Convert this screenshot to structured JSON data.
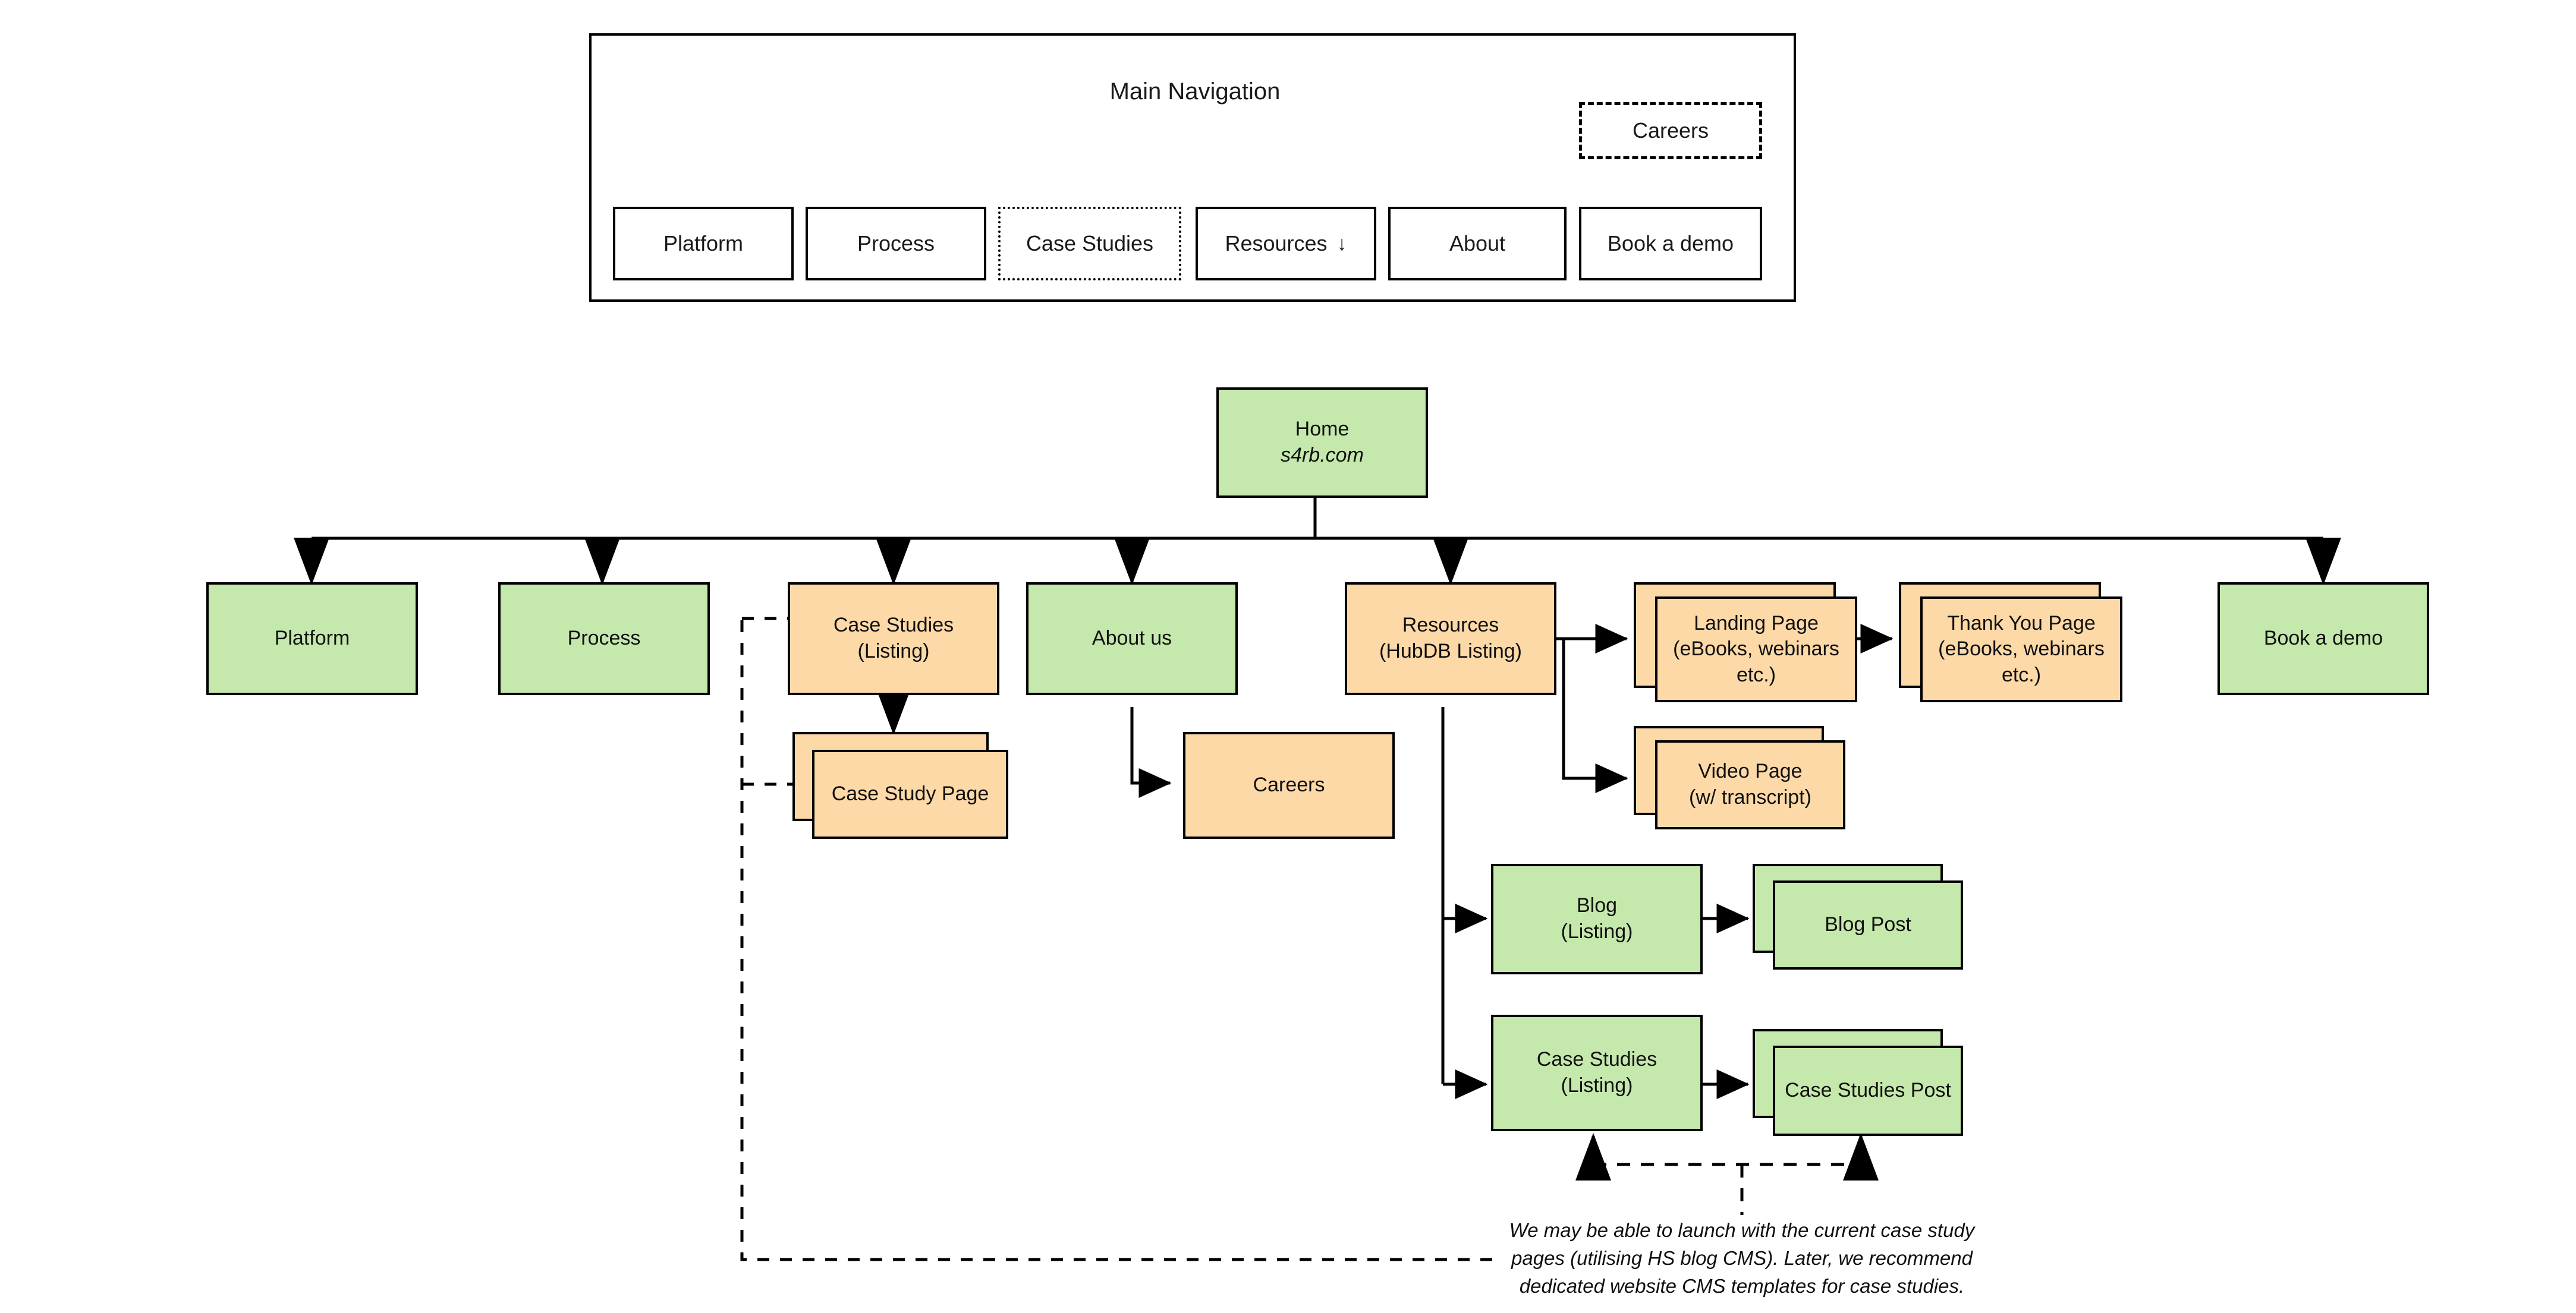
{
  "nav_panel": {
    "title": "Main Navigation",
    "careers_chip": {
      "label": "Careers",
      "border": "dashed"
    },
    "items": [
      {
        "label": "Platform",
        "border": "solid"
      },
      {
        "label": "Process",
        "border": "solid"
      },
      {
        "label": "Case Studies",
        "border": "dotted"
      },
      {
        "label": "Resources",
        "icon": "arrow-down-icon",
        "icon_glyph": "↓",
        "border": "solid"
      },
      {
        "label": "About",
        "border": "solid"
      },
      {
        "label": "Book a demo",
        "border": "solid"
      }
    ]
  },
  "sitemap": {
    "home": {
      "title": "Home",
      "url": "s4rb.com",
      "color": "#c5e8ac"
    },
    "level1": [
      {
        "label": "Platform",
        "color": "#c5e8ac"
      },
      {
        "label": "Process",
        "color": "#c5e8ac"
      },
      {
        "label": "Case Studies",
        "sub": "(Listing)",
        "color": "#fdd9a8"
      },
      {
        "label": "About us",
        "color": "#c5e8ac"
      },
      {
        "label": "Resources",
        "sub": "(HubDB Listing)",
        "color": "#fdd9a8"
      },
      {
        "label": "Book a demo",
        "color": "#c5e8ac"
      }
    ],
    "case_study_page": {
      "label": "Case Study Page",
      "color": "#fdd9a8",
      "stacked": true
    },
    "careers": {
      "label": "Careers",
      "color": "#fdd9a8",
      "stacked": false
    },
    "landing_page": {
      "label": "Landing Page",
      "sub": "(eBooks, webinars",
      "sub2": "etc.)",
      "color": "#fdd9a8",
      "stacked": true
    },
    "thank_you_page": {
      "label": "Thank You Page",
      "sub": "(eBooks, webinars",
      "sub2": "etc.)",
      "color": "#fdd9a8",
      "stacked": true
    },
    "video_page": {
      "label": "Video Page",
      "sub": "(w/ transcript)",
      "color": "#fdd9a8",
      "stacked": true
    },
    "blog_listing": {
      "label": "Blog",
      "sub": "(Listing)",
      "color": "#c5e8ac"
    },
    "blog_post": {
      "label": "Blog Post",
      "color": "#c5e8ac",
      "stacked": true
    },
    "case_studies_listing": {
      "label": "Case Studies",
      "sub": "(Listing)",
      "color": "#c5e8ac"
    },
    "case_studies_post": {
      "label": "Case Studies Post",
      "color": "#c5e8ac",
      "stacked": true
    }
  },
  "note": {
    "line1": "We may be able to launch with the current case study",
    "line2": "pages (utilising HS blog CMS). Later, we recommend",
    "line3": "dedicated website CMS templates for case studies."
  },
  "colors": {
    "green": "#c5e8ac",
    "orange": "#fdd9a8",
    "stroke": "#000000",
    "background": "#ffffff"
  }
}
